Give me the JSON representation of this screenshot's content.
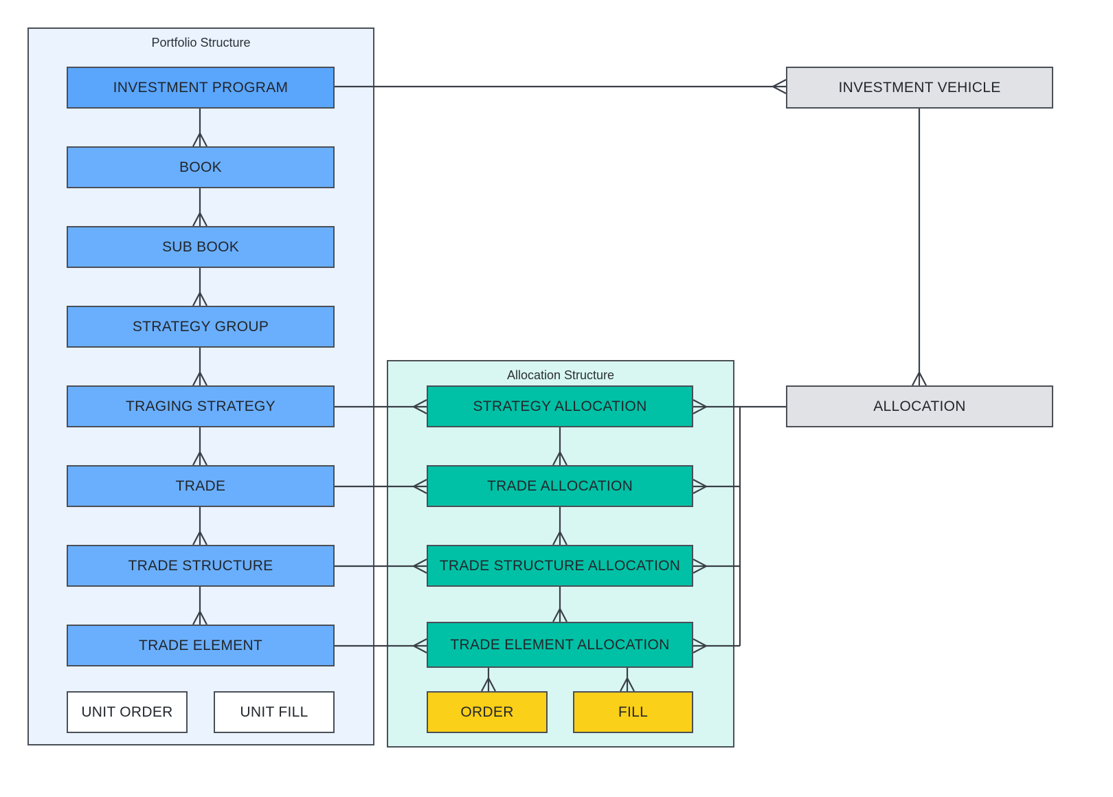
{
  "groups": {
    "portfolio": {
      "title": "Portfolio Structure"
    },
    "allocation": {
      "title": "Allocation Structure"
    }
  },
  "colors": {
    "portfolio_bg": "#eaf3fe",
    "allocation_bg": "#d9f7f2",
    "portfolio_entity": "#6aaffd",
    "portfolio_root": "#5aa6fd",
    "allocation_entity": "#00c1a5",
    "execution_entity": "#fbd018",
    "external_entity": "#e0e2e6",
    "unit_entity": "#ffffff"
  },
  "entities": {
    "investment_program": "INVESTMENT PROGRAM",
    "book": "BOOK",
    "sub_book": "SUB BOOK",
    "strategy_group": "STRATEGY GROUP",
    "traging_strategy": "TRAGING STRATEGY",
    "trade": "TRADE",
    "trade_structure": "TRADE STRUCTURE",
    "trade_element": "TRADE ELEMENT",
    "unit_order": "UNIT ORDER",
    "unit_fill": "UNIT FILL",
    "strategy_allocation": "STRATEGY ALLOCATION",
    "trade_allocation": "TRADE ALLOCATION",
    "trade_structure_allocation": "TRADE STRUCTURE ALLOCATION",
    "trade_element_allocation": "TRADE ELEMENT ALLOCATION",
    "order": "ORDER",
    "fill": "FILL",
    "investment_vehicle": "INVESTMENT VEHICLE",
    "allocation": "ALLOCATION"
  }
}
